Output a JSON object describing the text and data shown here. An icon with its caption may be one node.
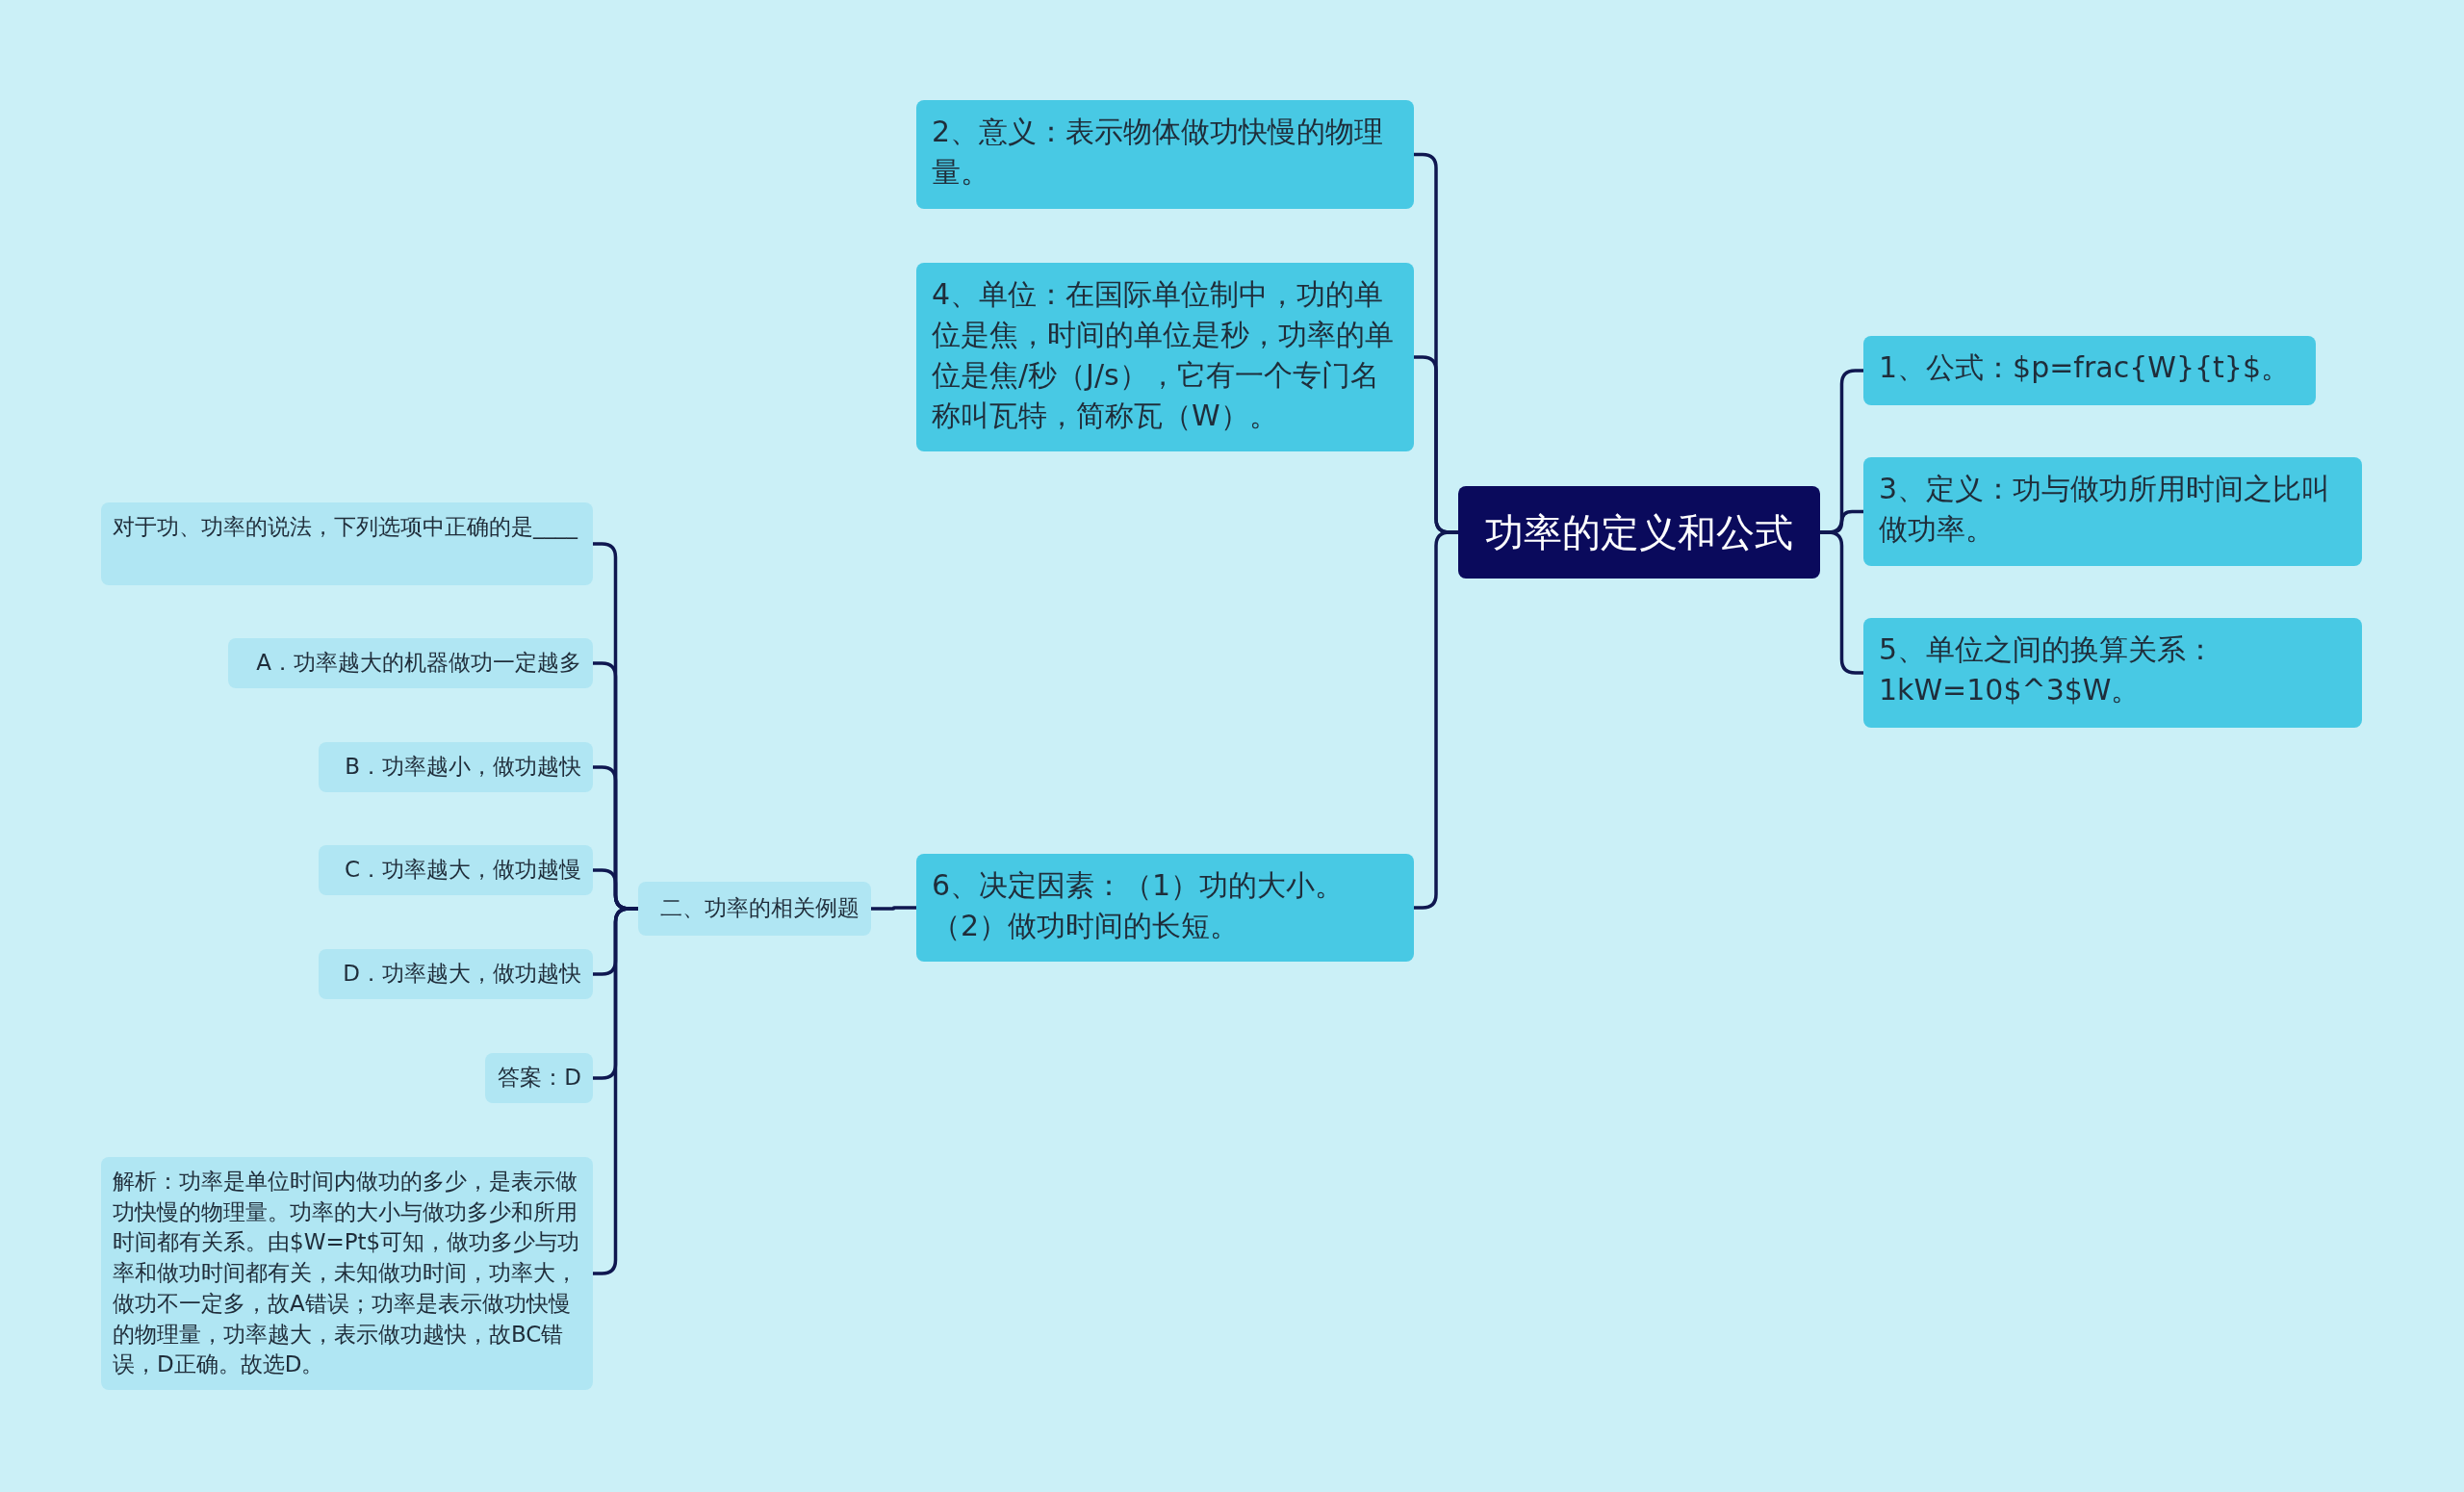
{
  "diagram": {
    "nodes": [
      {
        "text": [
          "功率的定义和公式"
        ]
      },
      {
        "text": [
          "2、意义：表示物体做功快慢的物理量。"
        ]
      },
      {
        "text": [
          "4、单位：在国际单位制中，功的单位是焦，时间的单位是秒，功率的单位是焦/秒（J/s），它有一个专门名称叫瓦特，简称瓦（W）。"
        ]
      },
      {
        "text": [
          "6、决定因素：（1）功的大小。（2）做功时间的长短。"
        ]
      },
      {
        "text": [
          "二、功率的相关例题"
        ]
      },
      {
        "text": [
          "对于功、功率的说法，下列选项中正确的是____"
        ]
      },
      {
        "text": [
          "A．功率越大的机器做功一定越多"
        ]
      },
      {
        "text": [
          "B．功率越小，做功越快"
        ]
      },
      {
        "text": [
          "C．功率越大，做功越慢"
        ]
      },
      {
        "text": [
          "D．功率越大，做功越快"
        ]
      },
      {
        "text": [
          "答案：D"
        ]
      },
      {
        "text": [
          "解析：功率是单位时间内做功的多少，是表示做功快慢的物理量。功率的大小与做功多少和所用时间都有关系。由$W=Pt$可知，做功多少与功率和做功时间都有关，未知做功时间，功率大，做功不一定多，故A错误；功率是表示做功快慢的物理量，功率越大，表示做功越快，故BC错误，D正确。故选D。"
        ]
      },
      {
        "text": [
          "1、公式：$p=frac{W}{t}$。"
        ]
      },
      {
        "text": [
          "3、定义：功与做功所用时间之比叫做功率。"
        ]
      },
      {
        "text": [
          "5、单位之间的换算关系：1kW=10$^3$W。"
        ]
      }
    ],
    "edges": [
      {
        "from": 0,
        "to": 1,
        "arrow": "none"
      },
      {
        "from": 0,
        "to": 2,
        "arrow": "none"
      },
      {
        "from": 0,
        "to": 3,
        "arrow": "none"
      },
      {
        "from": 3,
        "to": 4,
        "arrow": "none"
      },
      {
        "from": 4,
        "to": 5,
        "arrow": "none"
      },
      {
        "from": 4,
        "to": 6,
        "arrow": "none"
      },
      {
        "from": 4,
        "to": 7,
        "arrow": "none"
      },
      {
        "from": 4,
        "to": 8,
        "arrow": "none"
      },
      {
        "from": 4,
        "to": 9,
        "arrow": "none"
      },
      {
        "from": 4,
        "to": 10,
        "arrow": "none"
      },
      {
        "from": 4,
        "to": 11,
        "arrow": "none"
      },
      {
        "from": 0,
        "to": 12,
        "arrow": "none"
      },
      {
        "from": 0,
        "to": 13,
        "arrow": "none"
      },
      {
        "from": 0,
        "to": 14,
        "arrow": "none"
      }
    ]
  }
}
